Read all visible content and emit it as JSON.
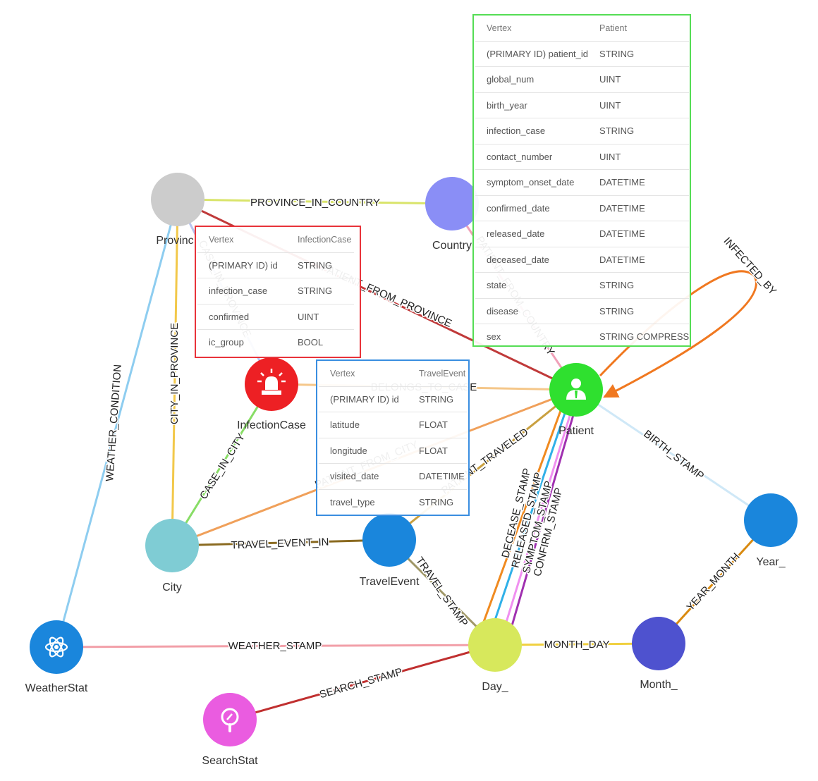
{
  "nodes": [
    {
      "id": "province",
      "label": "Provinc",
      "color": "#cccccc"
    },
    {
      "id": "country",
      "label": "Country",
      "color": "#8a8ef6"
    },
    {
      "id": "infectioncase",
      "label": "InfectionCase",
      "color": "#ed2024",
      "icon": "siren-icon"
    },
    {
      "id": "patient",
      "label": "Patient",
      "color": "#2fe02f",
      "icon": "person-icon"
    },
    {
      "id": "city",
      "label": "City",
      "color": "#7fccd4"
    },
    {
      "id": "travelevent",
      "label": "TravelEvent",
      "color": "#1a86dc"
    },
    {
      "id": "year",
      "label": "Year_",
      "color": "#1a86dc"
    },
    {
      "id": "weatherstat",
      "label": "WeatherStat",
      "color": "#1a86dc",
      "icon": "atom-icon"
    },
    {
      "id": "day",
      "label": "Day_",
      "color": "#d7e85c"
    },
    {
      "id": "month",
      "label": "Month_",
      "color": "#4e52cf"
    },
    {
      "id": "searchstat",
      "label": "SearchStat",
      "color": "#ea5ce0",
      "icon": "search-icon"
    }
  ],
  "edges": [
    {
      "id": "province_in_country",
      "label": "PROVINCE_IN_COUNTRY",
      "color": "#d9e46a"
    },
    {
      "id": "patient_from_province",
      "label": "PATIENT_FROM_PROVINCE",
      "color": "#c03a3a"
    },
    {
      "id": "patient_from_country",
      "label": "PATIENT_FROM_COUNTRY",
      "color": "#f0a0b8"
    },
    {
      "id": "case_in_province",
      "label": "CASE_IN_PROVINCE",
      "color": "#b8c4f0"
    },
    {
      "id": "city_in_province",
      "label": "CITY_IN_PROVINCE",
      "color": "#f2c84a"
    },
    {
      "id": "weather_condition",
      "label": "WEATHER_CONDITION",
      "color": "#8ecdf0"
    },
    {
      "id": "infected_by",
      "label": "INFECTED_BY",
      "color": "#f07820"
    },
    {
      "id": "belongs_to_case",
      "label": "BELONGS_TO_CASE",
      "color": "#f5c78a"
    },
    {
      "id": "case_in_city",
      "label": "CASE_IN_CITY",
      "color": "#88dd66"
    },
    {
      "id": "patient_from_city",
      "label": "PATIENT_FROM_CITY",
      "color": "#f0a05a"
    },
    {
      "id": "patient_traveled",
      "label": "PATIENT_TRAVELED",
      "color": "#c9a040"
    },
    {
      "id": "birth_stamp",
      "label": "BIRTH_STAMP",
      "color": "#cfe8f7"
    },
    {
      "id": "travel_event_in",
      "label": "TRAVEL_EVENT_IN",
      "color": "#8a6a20"
    },
    {
      "id": "travel_stamp",
      "label": "TRAVEL_STAMP",
      "color": "#a09868"
    },
    {
      "id": "decease_stamp",
      "label": "DECEASE_STAMP",
      "color": "#f08a20"
    },
    {
      "id": "released_stamp",
      "label": "RELEASED_STAMP",
      "color": "#30b0e8"
    },
    {
      "id": "symptom_stamp",
      "label": "SYMPTOM_STAMP",
      "color": "#f090f0"
    },
    {
      "id": "confirm_stamp",
      "label": "CONFIRM_STAMP",
      "color": "#a030b0"
    },
    {
      "id": "year_month",
      "label": "YEAR_MONTH",
      "color": "#d98a10"
    },
    {
      "id": "weather_stamp",
      "label": "WEATHER_STAMP",
      "color": "#f29fa8"
    },
    {
      "id": "month_day",
      "label": "MONTH_DAY",
      "color": "#f0d040"
    },
    {
      "id": "search_stamp",
      "label": "SEARCH_STAMP",
      "color": "#c03030"
    }
  ],
  "tables": {
    "infectioncase": {
      "header": [
        "Vertex",
        "InfectionCase"
      ],
      "rows": [
        [
          "(PRIMARY ID) id",
          "STRING"
        ],
        [
          "infection_case",
          "STRING"
        ],
        [
          "confirmed",
          "UINT"
        ],
        [
          "ic_group",
          "BOOL"
        ]
      ]
    },
    "travelevent": {
      "header": [
        "Vertex",
        "TravelEvent"
      ],
      "rows": [
        [
          "(PRIMARY ID) id",
          "STRING"
        ],
        [
          "latitude",
          "FLOAT"
        ],
        [
          "longitude",
          "FLOAT"
        ],
        [
          "visited_date",
          "DATETIME"
        ],
        [
          "travel_type",
          "STRING"
        ]
      ]
    },
    "patient": {
      "header": [
        "Vertex",
        "Patient"
      ],
      "rows": [
        [
          "(PRIMARY ID) patient_id",
          "STRING"
        ],
        [
          "global_num",
          "UINT"
        ],
        [
          "birth_year",
          "UINT"
        ],
        [
          "infection_case",
          "STRING"
        ],
        [
          "contact_number",
          "UINT"
        ],
        [
          "symptom_onset_date",
          "DATETIME"
        ],
        [
          "confirmed_date",
          "DATETIME"
        ],
        [
          "released_date",
          "DATETIME"
        ],
        [
          "deceased_date",
          "DATETIME"
        ],
        [
          "state",
          "STRING"
        ],
        [
          "disease",
          "STRING"
        ],
        [
          "sex",
          "STRING COMPRESS"
        ]
      ]
    }
  }
}
